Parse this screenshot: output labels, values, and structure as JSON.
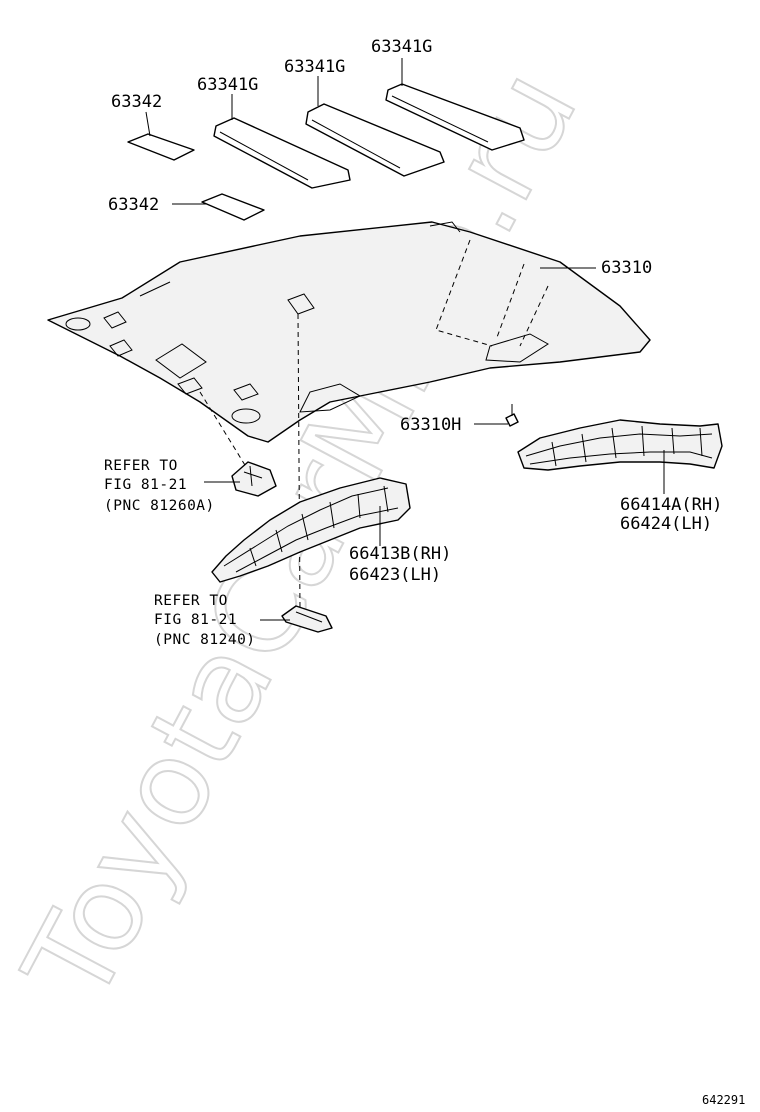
{
  "labels": {
    "pad_right_top": "63341G",
    "pad_mid": "63341G",
    "pad_left": "63341G",
    "small_pad_top": "63342",
    "small_pad_bottom": "63342",
    "headliner": "63310",
    "clip": "63310H",
    "rear_rail_rh": "66414A(RH)",
    "rear_rail_lh": "66424(LH)",
    "front_rail_rh": "66413B(RH)",
    "front_rail_lh": "66423(LH)",
    "ref1_line1": "REFER TO",
    "ref1_line2": "FIG 81-21",
    "ref1_line3": "(PNC 81260A)",
    "ref2_line1": "REFER TO",
    "ref2_line2": "FIG 81-21",
    "ref2_line3": "(PNC 81240)",
    "diagram_code": "642291"
  },
  "watermark": "ToyotaCarMine.ru"
}
